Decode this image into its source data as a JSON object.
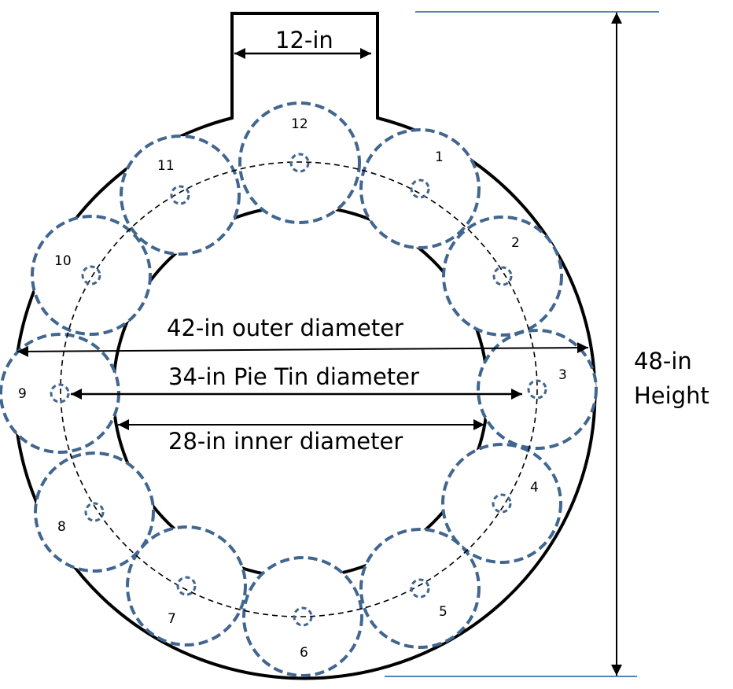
{
  "diagram": {
    "type": "mechanical-layout",
    "description": "Circular disk with 12 pie-tin positions around a ring, with top mounting tab",
    "colors": {
      "outline": "#000000",
      "pie_tin_circles": "#41668f",
      "reference_lines": "#5b82b5"
    },
    "dimensions": {
      "tab_width": "12-in",
      "outer_diameter": "42-in outer diameter",
      "pie_tin_diameter": "34-in Pie Tin diameter",
      "inner_diameter": "28-in inner diameter",
      "height_line1": "48-in",
      "height_line2": "Height"
    },
    "positions": [
      {
        "id": "1",
        "label": "1"
      },
      {
        "id": "2",
        "label": "2"
      },
      {
        "id": "3",
        "label": "3"
      },
      {
        "id": "4",
        "label": "4"
      },
      {
        "id": "5",
        "label": "5"
      },
      {
        "id": "6",
        "label": "6"
      },
      {
        "id": "7",
        "label": "7"
      },
      {
        "id": "8",
        "label": "8"
      },
      {
        "id": "9",
        "label": "9"
      },
      {
        "id": "10",
        "label": "10"
      },
      {
        "id": "11",
        "label": "11"
      },
      {
        "id": "12",
        "label": "12"
      }
    ]
  }
}
